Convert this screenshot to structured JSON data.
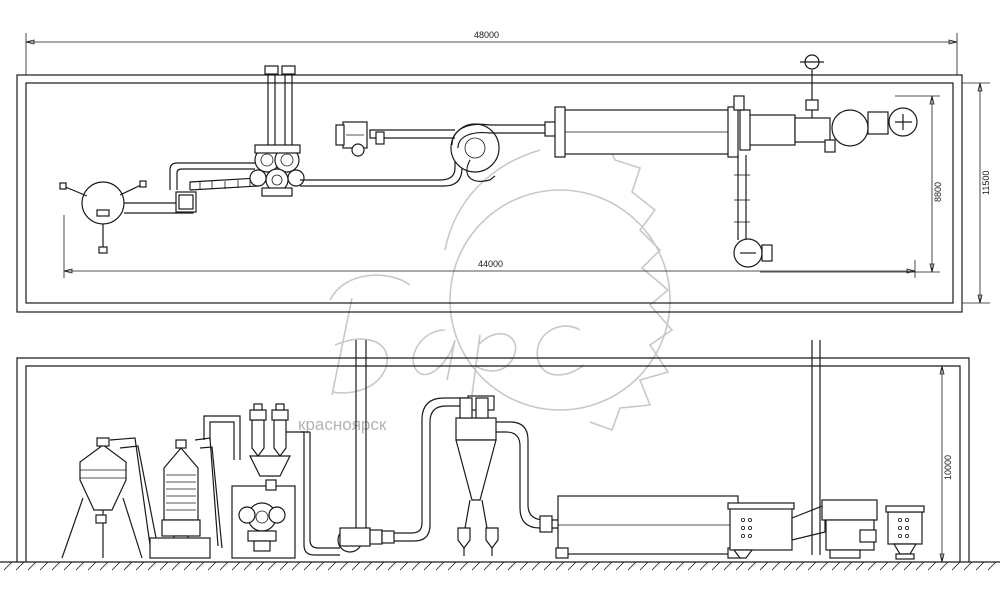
{
  "dimensions": {
    "top_overall_width": "48000",
    "top_overall_height": "11500",
    "top_equipment_width": "44000",
    "top_equipment_height": "8800",
    "side_height": "10000"
  },
  "watermark": {
    "brand": "Барс",
    "city": "красноярск"
  },
  "colors": {
    "line": "#1a1a1a",
    "watermark": "#c8c8c8"
  }
}
